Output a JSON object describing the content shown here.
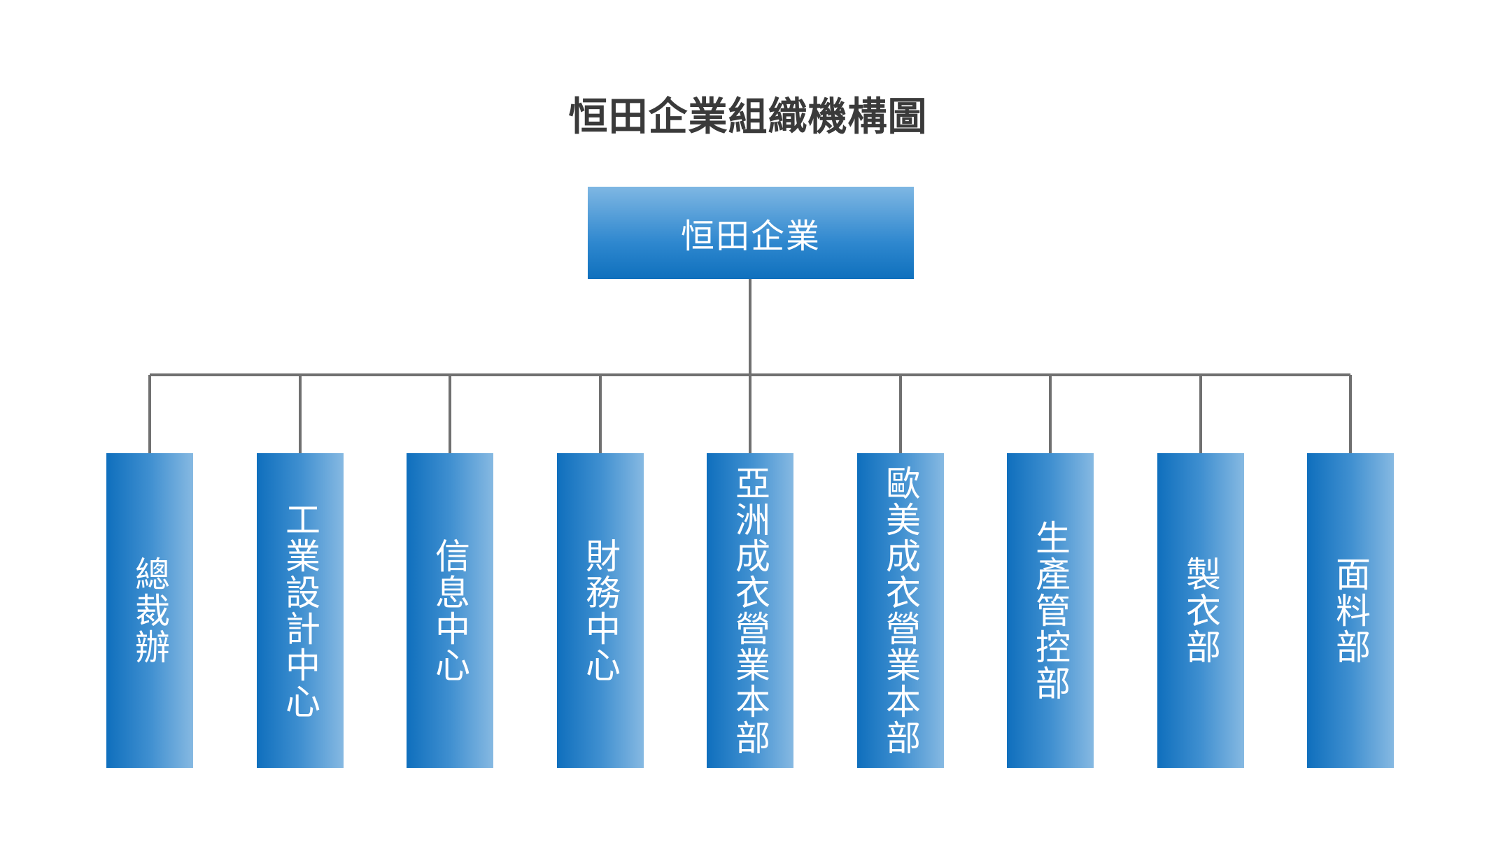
{
  "title": "恒田企業組織機構圖",
  "root": {
    "label": "恒田企業",
    "color_top": "#7fb7e3",
    "color_bottom": "#0f70bd"
  },
  "departments": [
    {
      "label": "總裁辦"
    },
    {
      "label": "工業設計中心"
    },
    {
      "label": "信息中心"
    },
    {
      "label": "財務中心"
    },
    {
      "label": "亞洲成衣營業本部"
    },
    {
      "label": "歐美成衣營業本部"
    },
    {
      "label": "生產管控部"
    },
    {
      "label": "製衣部"
    },
    {
      "label": "面料部"
    }
  ],
  "colors": {
    "connector": "#707070",
    "box_dark": "#0f6fbd",
    "box_light": "#86b9e2",
    "title": "#3a3a3a",
    "label_text": "#ffffff"
  }
}
